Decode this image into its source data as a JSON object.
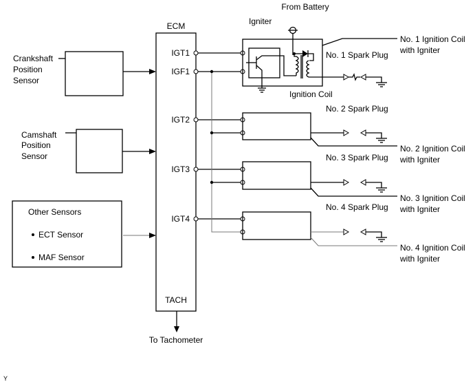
{
  "ecm": {
    "title": "ECM",
    "pins": [
      "IGT1",
      "IGF1",
      "IGT2",
      "IGT3",
      "IGT4"
    ],
    "tach": "TACH"
  },
  "sensors": {
    "crank": [
      "Crankshaft",
      "Position",
      "Sensor"
    ],
    "cam": [
      "Camshaft",
      "Position",
      "Sensor"
    ],
    "other_title": "Other Sensors",
    "other_items": [
      "ECT Sensor",
      "MAF Sensor"
    ]
  },
  "to_tach": "To Tachometer",
  "from_battery": "From Battery",
  "igniter": "Igniter",
  "ignition_coil": "Ignition Coil",
  "coils": [
    {
      "plug": "No. 1 Spark Plug",
      "name": "No. 1 Ignition Coil",
      "sub": "with Igniter"
    },
    {
      "plug": "No. 2 Spark Plug",
      "name": "No. 2 Ignition Coil",
      "sub": "with Igniter"
    },
    {
      "plug": "No. 3 Spark Plug",
      "name": "No. 3 Ignition Coil",
      "sub": "with Igniter"
    },
    {
      "plug": "No. 4 Spark Plug",
      "name": "No. 4 Ignition Coil",
      "sub": "with Igniter"
    }
  ],
  "corner_mark": "Y"
}
